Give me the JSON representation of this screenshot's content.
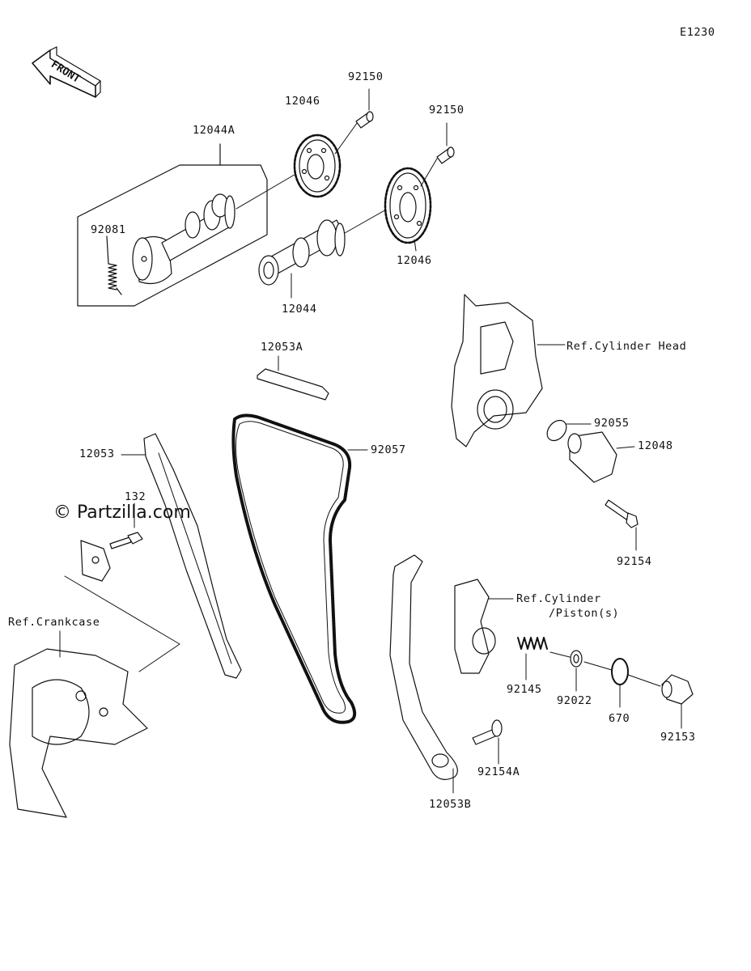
{
  "diagram_code": "E1230",
  "front_arrow_text": "FRONT",
  "watermark": "© Partzilla.com",
  "labels": {
    "p92150_a": "92150",
    "p12046_a": "12046",
    "p92150_b": "92150",
    "p12044A": "12044A",
    "p92081": "92081",
    "p12046_b": "12046",
    "p12044": "12044",
    "ref_cyl_head": "Ref.Cylinder Head",
    "p12053A": "12053A",
    "p92055": "92055",
    "p12048": "12048",
    "p12053": "12053",
    "p92057": "92057",
    "p132": "132",
    "p92154": "92154",
    "ref_cyl_piston_1": "Ref.Cylinder",
    "ref_cyl_piston_2": "/Piston(s)",
    "ref_crankcase": "Ref.Crankcase",
    "p92145": "92145",
    "p92022": "92022",
    "p670": "670",
    "p92153": "92153",
    "p92154A": "92154A",
    "p12053B": "12053B"
  }
}
